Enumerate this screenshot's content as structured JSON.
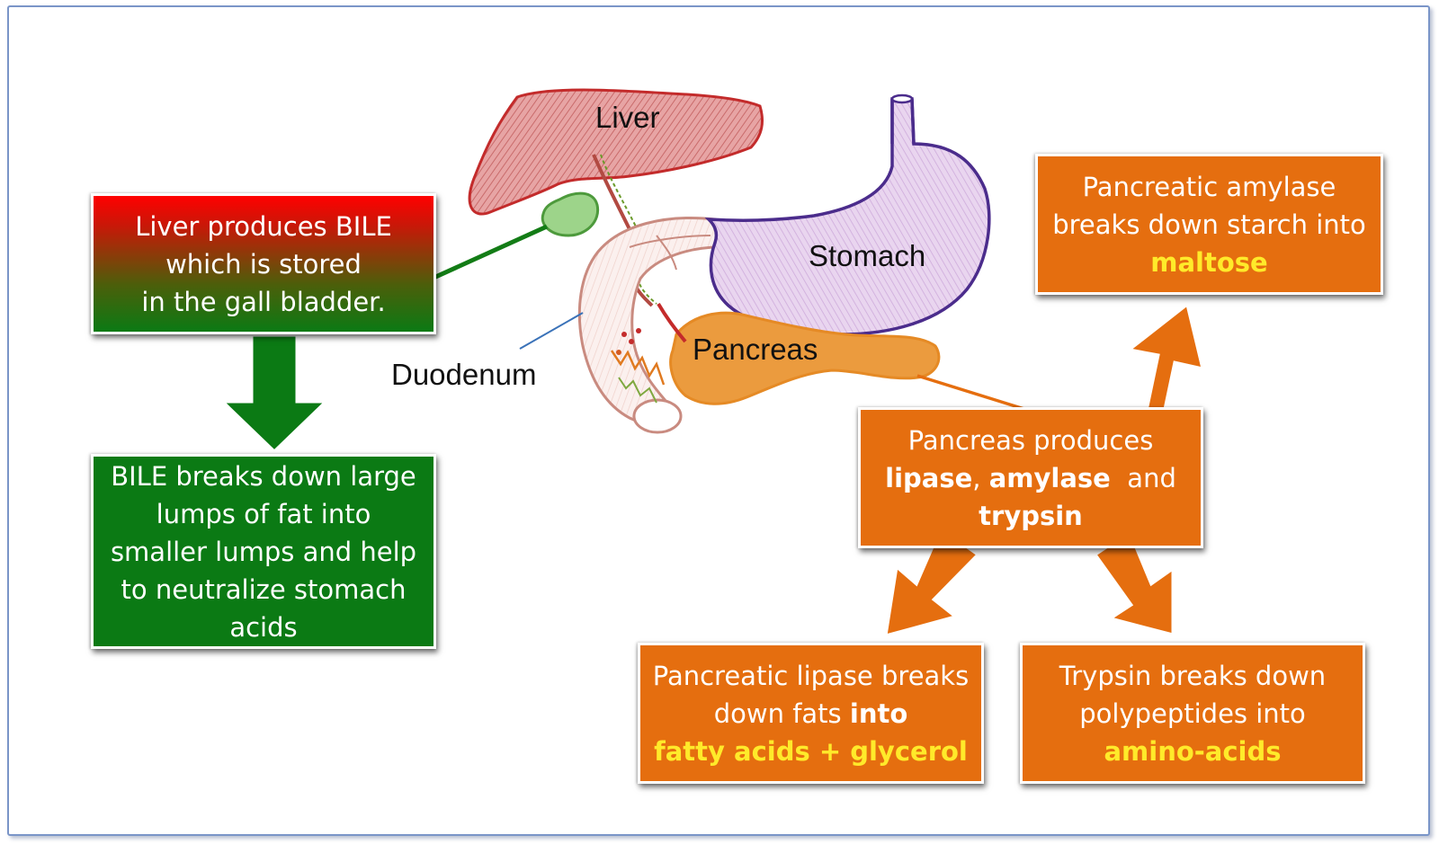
{
  "colors": {
    "green": "#0b7a14",
    "red": "#ff0000",
    "orange": "#e56e0f",
    "highlight_yellow": "#ffea2a",
    "frame_blue": "#7a95c8"
  },
  "organ_labels": {
    "liver": "Liver",
    "stomach": "Stomach",
    "pancreas": "Pancreas",
    "duodenum": "Duodenum"
  },
  "bile_box": {
    "line1": "Liver produces BILE",
    "line2": "which is stored",
    "line3": "in the gall bladder."
  },
  "bile_effect_box": {
    "line1": "BILE breaks down large",
    "line2": "lumps of fat into",
    "line3": "smaller lumps and help",
    "line4": "to neutralize stomach",
    "line5": "acids"
  },
  "pancreas_box": {
    "line1": "Pancreas produces",
    "lipase": "lipase",
    "comma": ",",
    "amylase": "amylase",
    "and": "and",
    "trypsin": "trypsin"
  },
  "amylase_box": {
    "line1": "Pancreatic amylase",
    "line2": "breaks down starch into",
    "product": "maltose"
  },
  "lipase_box": {
    "line1": "Pancreatic lipase breaks",
    "line2a": "down fats",
    "line2b": "into",
    "product": "fatty acids + glycerol"
  },
  "trypsin_box": {
    "line1": "Trypsin breaks down",
    "line2": "polypeptides into",
    "product": "amino-acids"
  }
}
